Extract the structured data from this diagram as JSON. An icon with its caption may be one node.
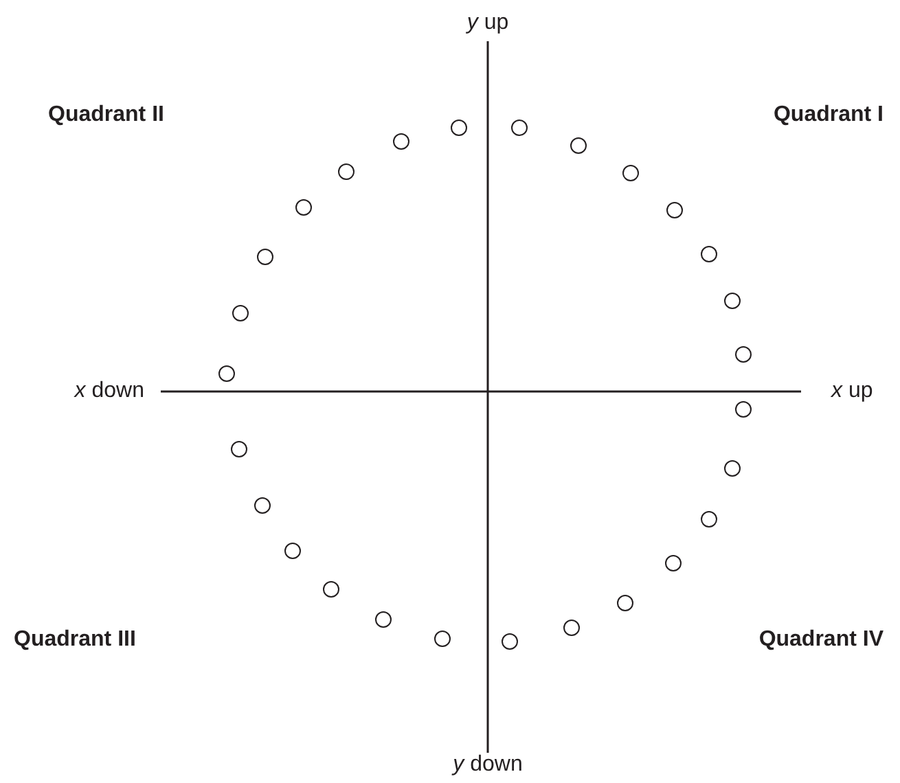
{
  "diagram": {
    "labels": [
      "*y* up",
      "Quadrant II",
      "Quadrant I",
      "*x* down",
      "*x* up",
      "Quadrant III",
      "Quadrant IV",
      "*y* down"
    ]
  }
}
